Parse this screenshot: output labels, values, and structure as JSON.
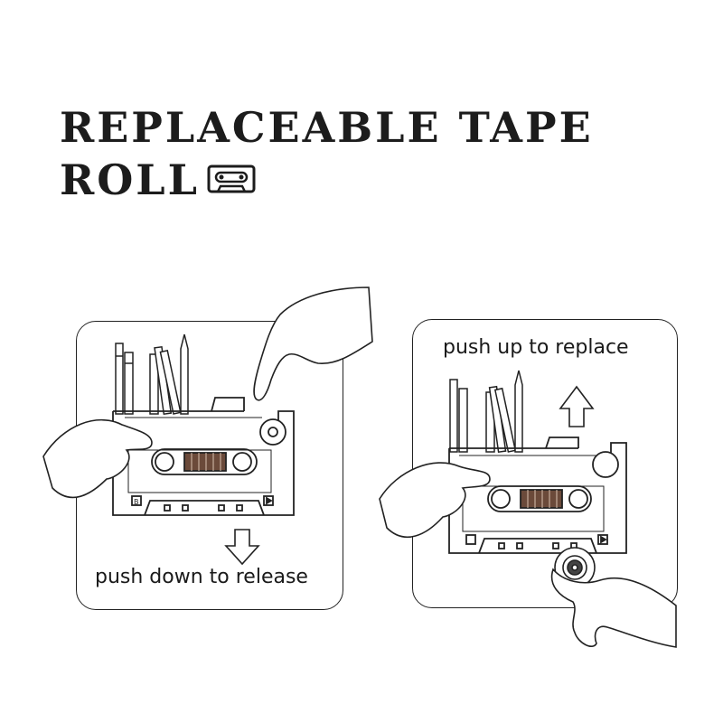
{
  "heading": {
    "line1": "REPLACEABLE TAPE",
    "line2": "ROLL"
  },
  "panels": {
    "left": {
      "caption": "push down to release",
      "arrow": "down-arrow-icon"
    },
    "right": {
      "caption": "push up to replace",
      "arrow": "up-arrow-icon"
    }
  },
  "cassette": {
    "side_label": "B",
    "play_symbol": "play-icon"
  }
}
